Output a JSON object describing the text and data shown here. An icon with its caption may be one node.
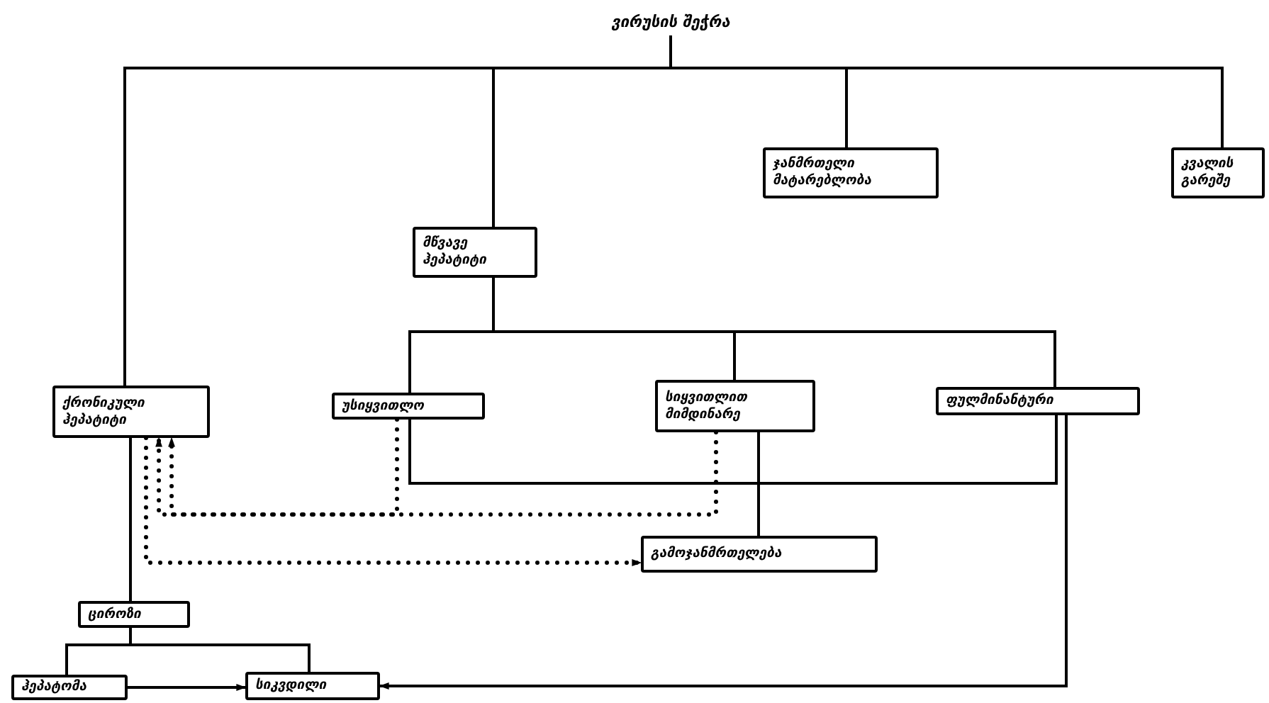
{
  "diagram": {
    "nodes": [
      {
        "text": [
          "ვირუსის შეჭრა"
        ]
      },
      {
        "text": [
          "ჯანმრთელი მატარებლობა"
        ]
      },
      {
        "text": [
          "კვალის გარეშე"
        ]
      },
      {
        "text": [
          "მწვავე ჰეპატიტი"
        ]
      },
      {
        "text": [
          "ქრონიკული ჰეპატიტი"
        ]
      },
      {
        "text": [
          "უსიყვითლო"
        ]
      },
      {
        "text": [
          "სიყვითლით მიმდინარე"
        ]
      },
      {
        "text": [
          "ფულმინანტური"
        ]
      },
      {
        "text": [
          "გამოჯანმრთელება"
        ]
      },
      {
        "text": [
          "ციროზი"
        ]
      },
      {
        "text": [
          "ჰეპატომა"
        ]
      },
      {
        "text": [
          "სიკვდილი"
        ]
      }
    ],
    "edges": [
      {
        "from": 0,
        "to": 4,
        "arrow": "none"
      },
      {
        "from": 0,
        "to": 3,
        "arrow": "none"
      },
      {
        "from": 0,
        "to": 1,
        "arrow": "none"
      },
      {
        "from": 0,
        "to": 2,
        "arrow": "none"
      },
      {
        "from": 3,
        "to": 5,
        "arrow": "none"
      },
      {
        "from": 3,
        "to": 6,
        "arrow": "none"
      },
      {
        "from": 3,
        "to": 7,
        "arrow": "none"
      },
      {
        "from": 5,
        "to": 8,
        "arrow": "none"
      },
      {
        "from": 6,
        "to": 8,
        "arrow": "none"
      },
      {
        "from": 7,
        "to": 8,
        "arrow": "none"
      },
      {
        "from": 4,
        "to": 9,
        "arrow": "none"
      },
      {
        "from": 9,
        "to": 10,
        "arrow": "none"
      },
      {
        "from": 9,
        "to": 11,
        "arrow": "none"
      },
      {
        "from": 10,
        "to": 11,
        "arrow": "to"
      },
      {
        "from": 7,
        "to": 11,
        "arrow": "to"
      },
      {
        "from": 5,
        "to": 4,
        "arrow": "to",
        "style": "dashed"
      },
      {
        "from": 6,
        "to": 4,
        "arrow": "to",
        "style": "dashed"
      },
      {
        "from": 4,
        "to": 8,
        "arrow": "to",
        "style": "dashed"
      }
    ]
  }
}
